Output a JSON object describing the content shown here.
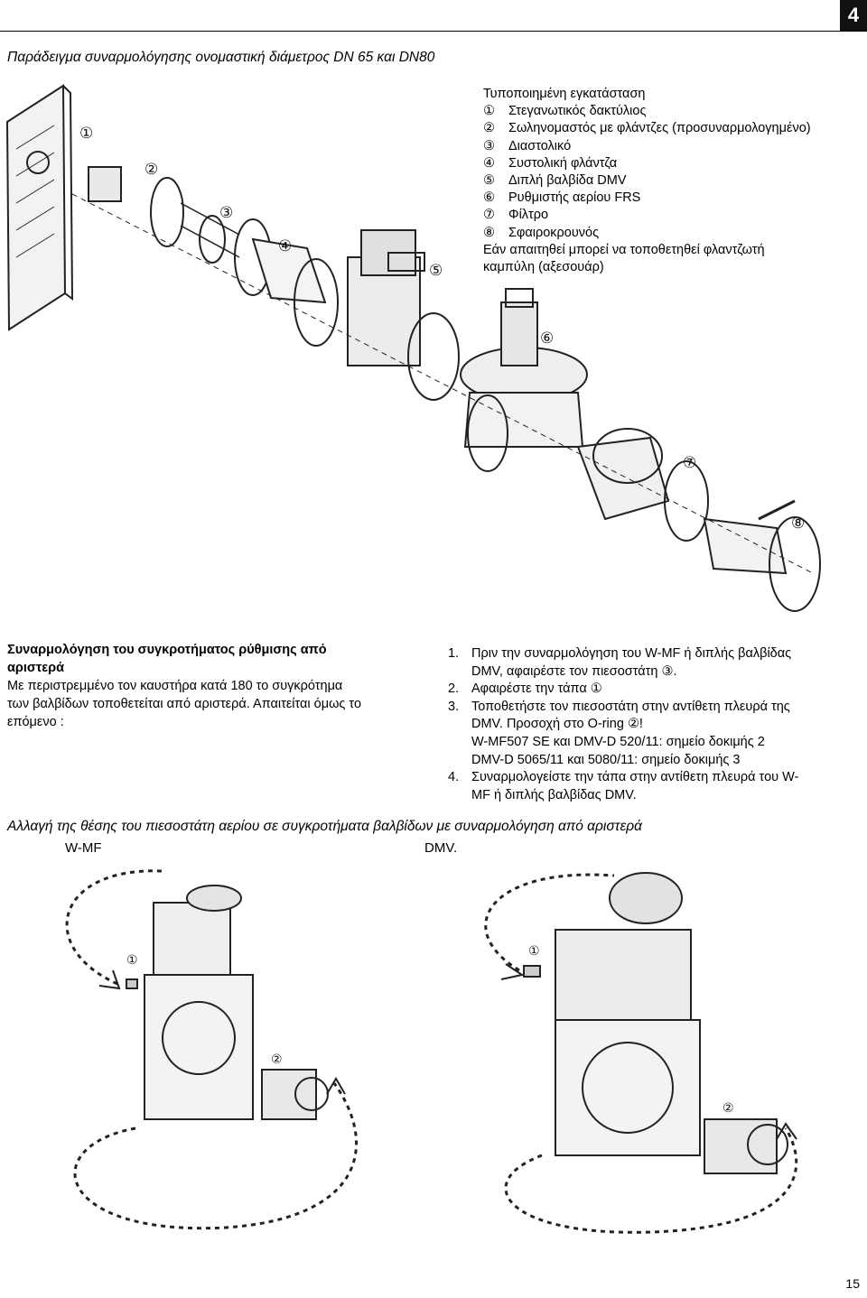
{
  "page": {
    "tab_number": "4",
    "page_number": "15",
    "title": "Παράδειγμα συναρμολόγησης ονομαστική διάμετρος DN 65 και DN80"
  },
  "legend": {
    "heading": "Τυποποιημένη εγκατάσταση",
    "items": [
      {
        "num": "①",
        "label": "Στεγανωτικός δακτύλιος"
      },
      {
        "num": "②",
        "label": "Σωληνομαστός με φλάντζες (προσυναρμολογημένο)"
      },
      {
        "num": "③",
        "label": "Διαστολικό"
      },
      {
        "num": "④",
        "label": "Συστολική φλάντζα"
      },
      {
        "num": "⑤",
        "label": "Διπλή βαλβίδα DMV"
      },
      {
        "num": "⑥",
        "label": "Ρυθμιστής αερίου FRS"
      },
      {
        "num": "⑦",
        "label": "Φίλτρο"
      },
      {
        "num": "⑧",
        "label": "Σφαιροκρουνός"
      }
    ],
    "note_line1": "Εάν απαιτηθεί μπορεί να τοποθετηθεί φλαντζωτή",
    "note_line2": "καμπύλη (αξεσουάρ)"
  },
  "diagram1_labels": [
    "①",
    "②",
    "③",
    "④",
    "⑤",
    "⑥",
    "⑦",
    "⑧"
  ],
  "left_section": {
    "heading_line1": "Συναρμολόγηση του συγκροτήματος ρύθμισης από",
    "heading_line2": "αριστερά",
    "body_line1": "Με περιστρεμμένο τον καυστήρα κατά 180 το συγκρότημα",
    "body_line2": "των βαλβίδων τοποθετείται από αριστερά. Απαιτείται όμως το",
    "body_line3": "επόμενο :"
  },
  "steps": [
    {
      "n": "1.",
      "lines": [
        "Πριν την συναρμολόγηση του W-MF ή διπλής βαλβίδας",
        "DMV, αφαιρέστε τον πιεσοστάτη ③."
      ]
    },
    {
      "n": "2.",
      "lines": [
        "Αφαιρέστε την τάπα ①"
      ]
    },
    {
      "n": "3.",
      "lines": [
        "Τοποθετήστε τον πιεσοστάτη στην αντίθετη πλευρά της",
        "DMV. Προσοχή στο O-ring ②!",
        "W-MF507 SE και DMV-D 520/11: σημείο δοκιμής 2",
        "DMV-D 5065/11 και 5080/11: σημείο δοκιμής 3"
      ]
    },
    {
      "n": "4.",
      "lines": [
        "Συναρμολογείστε την τάπα στην αντίθετη πλευρά του W-",
        "MF ή διπλής βαλβίδας DMV."
      ]
    }
  ],
  "section2": {
    "caption": "Αλλαγή της θέσης του πιεσοστάτη αερίου σε συγκροτήματα βαλβίδων με συναρμολόγηση από αριστερά",
    "label_left": "W-MF",
    "label_right": "DMV."
  },
  "diagram2_labels": [
    "①",
    "②",
    "①",
    "②"
  ]
}
